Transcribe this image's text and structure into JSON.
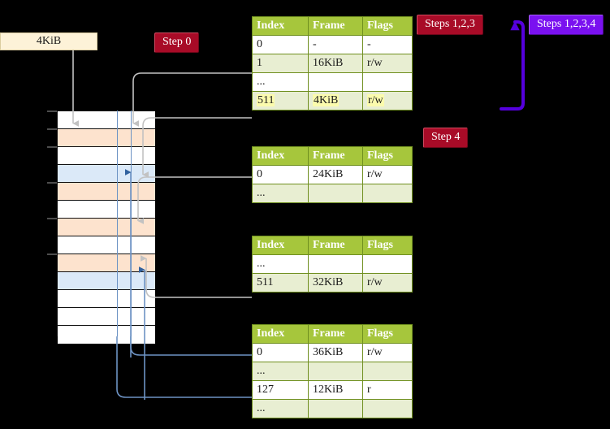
{
  "diagram": {
    "title_hidden": "",
    "page_box": {
      "label": "4KiB"
    },
    "badges": [
      {
        "name": "step-0",
        "label": "Step 0",
        "color": "#a80b27"
      },
      {
        "name": "steps-123",
        "label": "Steps 1,2,3",
        "color": "#a80b27"
      },
      {
        "name": "steps-1234",
        "label": "Steps 1,2,3,4",
        "color": "#7a11f0"
      },
      {
        "name": "step-4",
        "label": "Step 4",
        "color": "#a80b27"
      }
    ],
    "colors": {
      "background": "#000000",
      "table_header": "#a6c63c",
      "table_header_text": "#ffffff",
      "table_alt_row": "#e8eed2",
      "highlight": "#fbfbad",
      "page_box_fill": "#fdf2d8",
      "memory_orange": "#fde3ce",
      "memory_blue": "#dbe9f8",
      "wire_grey": "#b3b3b3",
      "wire_blue": "#6d93c4",
      "arrow_violet": "#5500dd"
    },
    "memory": {
      "rows": [
        "white",
        "orange",
        "white",
        "blue",
        "orange",
        "white",
        "orange",
        "white",
        "orange",
        "blue",
        "white",
        "white",
        "white"
      ],
      "ticks": [
        0,
        1,
        2,
        4,
        6,
        8
      ]
    },
    "tables": [
      {
        "name": "page-table-level-0",
        "headers": [
          "Index",
          "Frame",
          "Flags"
        ],
        "rows": [
          {
            "style": "plain",
            "cells": [
              "0",
              "-",
              "-"
            ],
            "highlight": [
              false,
              false,
              false
            ]
          },
          {
            "style": "alt",
            "cells": [
              "1",
              "16KiB",
              "r/w"
            ],
            "highlight": [
              false,
              false,
              false
            ]
          },
          {
            "style": "plain",
            "cells": [
              "...",
              "",
              ""
            ],
            "highlight": [
              false,
              false,
              false
            ]
          },
          {
            "style": "alt",
            "cells": [
              "511",
              "4KiB",
              "r/w"
            ],
            "highlight": [
              true,
              true,
              true
            ]
          }
        ]
      },
      {
        "name": "page-table-level-1",
        "headers": [
          "Index",
          "Frame",
          "Flags"
        ],
        "rows": [
          {
            "style": "plain",
            "cells": [
              "0",
              "24KiB",
              "r/w"
            ],
            "highlight": [
              false,
              false,
              false
            ]
          },
          {
            "style": "alt",
            "cells": [
              "...",
              "",
              ""
            ],
            "highlight": [
              false,
              false,
              false
            ]
          }
        ]
      },
      {
        "name": "page-table-level-2",
        "headers": [
          "Index",
          "Frame",
          "Flags"
        ],
        "rows": [
          {
            "style": "plain",
            "cells": [
              "...",
              "",
              ""
            ],
            "highlight": [
              false,
              false,
              false
            ]
          },
          {
            "style": "alt",
            "cells": [
              "511",
              "32KiB",
              "r/w"
            ],
            "highlight": [
              false,
              false,
              false
            ]
          }
        ]
      },
      {
        "name": "page-table-level-3",
        "headers": [
          "Index",
          "Frame",
          "Flags"
        ],
        "rows": [
          {
            "style": "plain",
            "cells": [
              "0",
              "36KiB",
              "r/w"
            ],
            "highlight": [
              false,
              false,
              false
            ]
          },
          {
            "style": "alt",
            "cells": [
              "...",
              "",
              ""
            ],
            "highlight": [
              false,
              false,
              false
            ]
          },
          {
            "style": "plain",
            "cells": [
              "127",
              "12KiB",
              "r"
            ],
            "highlight": [
              false,
              false,
              false
            ]
          },
          {
            "style": "alt",
            "cells": [
              "...",
              "",
              ""
            ],
            "highlight": [
              false,
              false,
              false
            ]
          }
        ]
      }
    ]
  }
}
